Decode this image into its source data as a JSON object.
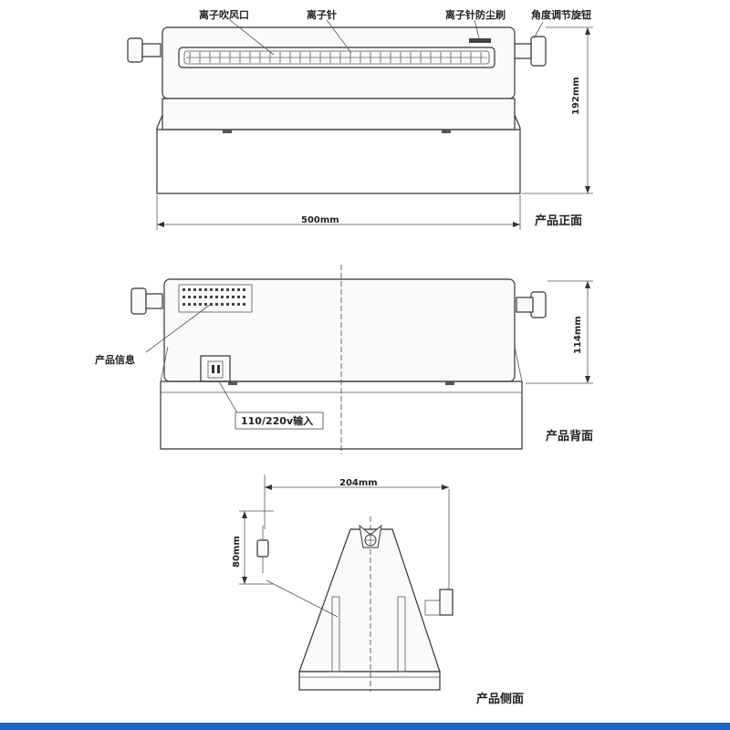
{
  "front_view": {
    "label_outlet": "离子吹风口",
    "label_needle": "离子针",
    "label_brush": "离子针防尘刷",
    "label_knob": "角度调节旋钮",
    "width_dim": "500mm",
    "height_dim": "192mm",
    "title": "产品正面"
  },
  "back_view": {
    "label_info": "产品信息",
    "label_power": "110/220v输入",
    "height_dim": "114mm",
    "title": "产品背面"
  },
  "side_view": {
    "width_dim": "204mm",
    "height_dim": "80mm",
    "title": "产品侧面"
  },
  "colors": {
    "line": "#333333",
    "accent_bar": "#1e63c8"
  }
}
